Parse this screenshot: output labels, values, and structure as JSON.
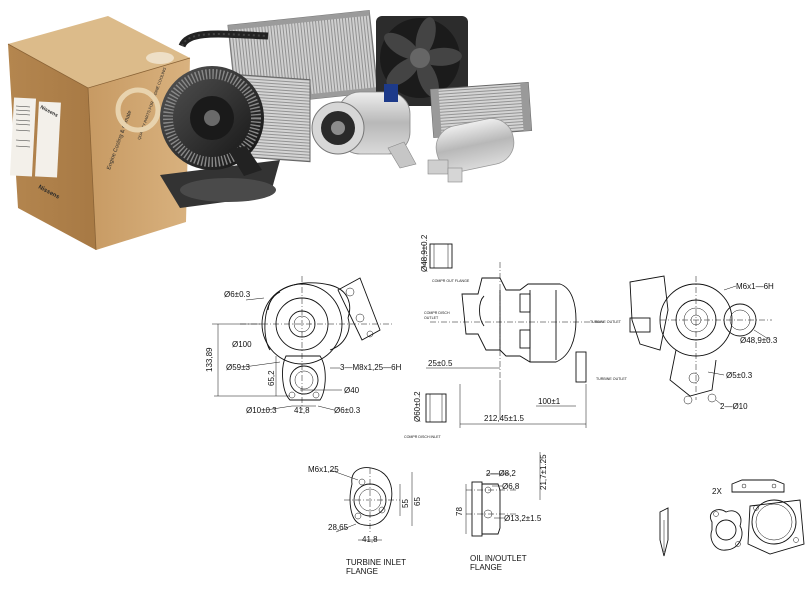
{
  "product_photo": {
    "brand_label": "Nissens",
    "box_side_text": "Engine Cooling & Climate",
    "box_vertical_text": "QUALITY PARTS FOR ENGINE COOLING"
  },
  "front_view": {
    "dim_top": "Ø6±0.3",
    "dim_dia100": "Ø100",
    "dim_dia59": "Ø59±3",
    "dim_height": "133,89",
    "dim_thread": "3—M8x1,25—6H",
    "dim_65": "65,2",
    "dim_40": "Ø40",
    "dim_10": "Ø10±0.3",
    "dim_41": "41,8",
    "dim_6b": "Ø6±0.3"
  },
  "side_view": {
    "dim_top": "Ø48,9±0.2",
    "dim_bottom": "Ø60±0.2",
    "dim_25": "25±0.5",
    "dim_100": "100±1",
    "dim_212": "212,45±1.5",
    "label_top": "COMPR OUT FLANGE",
    "label_left_1": "COMPR DISCH",
    "label_left_2": "OUTLET",
    "label_right": "TURBINE OUTLET",
    "label_out": "TURBINE OUTLET",
    "label_bottom": "COMPR DISCH INLET"
  },
  "rear_view": {
    "dim_thread": "M6x1—6H",
    "dim_48": "Ø48,9±0.3",
    "dim_5": "Ø5±0.3",
    "dim_2x10": "2—Ø10"
  },
  "turbine_flange": {
    "dim_thread": "M6x1,25",
    "dim_55": "55",
    "dim_65": "65",
    "dim_28": "28,65",
    "dim_41": "41,8",
    "caption_1": "TURBINE INLET",
    "caption_2": "FLANGE"
  },
  "oil_flange": {
    "dim_2x8": "2—Ø8,2",
    "dim_6": "Ø6,8",
    "dim_13": "Ø13,2±1.5",
    "dim_78": "78",
    "dim_21": "21,7±1.25",
    "caption_1": "OIL IN/OUTLET",
    "caption_2": "FLANGE"
  },
  "gaskets": {
    "label_2x": "2X"
  }
}
